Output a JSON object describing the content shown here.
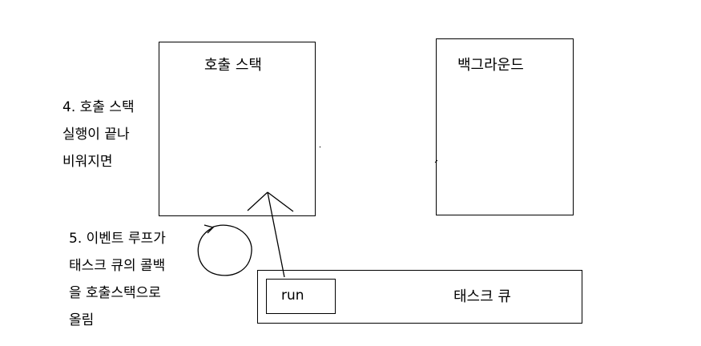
{
  "call_stack": {
    "title": "호출 스택"
  },
  "background": {
    "title": "백그라운드"
  },
  "task_queue": {
    "title": "태스크 큐",
    "item": "run"
  },
  "step4": {
    "lines": [
      "4. 호출 스택",
      "실행이 끝나",
      "비워지면"
    ]
  },
  "step5": {
    "lines": [
      "5. 이벤트 루프가",
      "태스크 큐의 콜백",
      "을 호출스택으로",
      "올림"
    ]
  }
}
